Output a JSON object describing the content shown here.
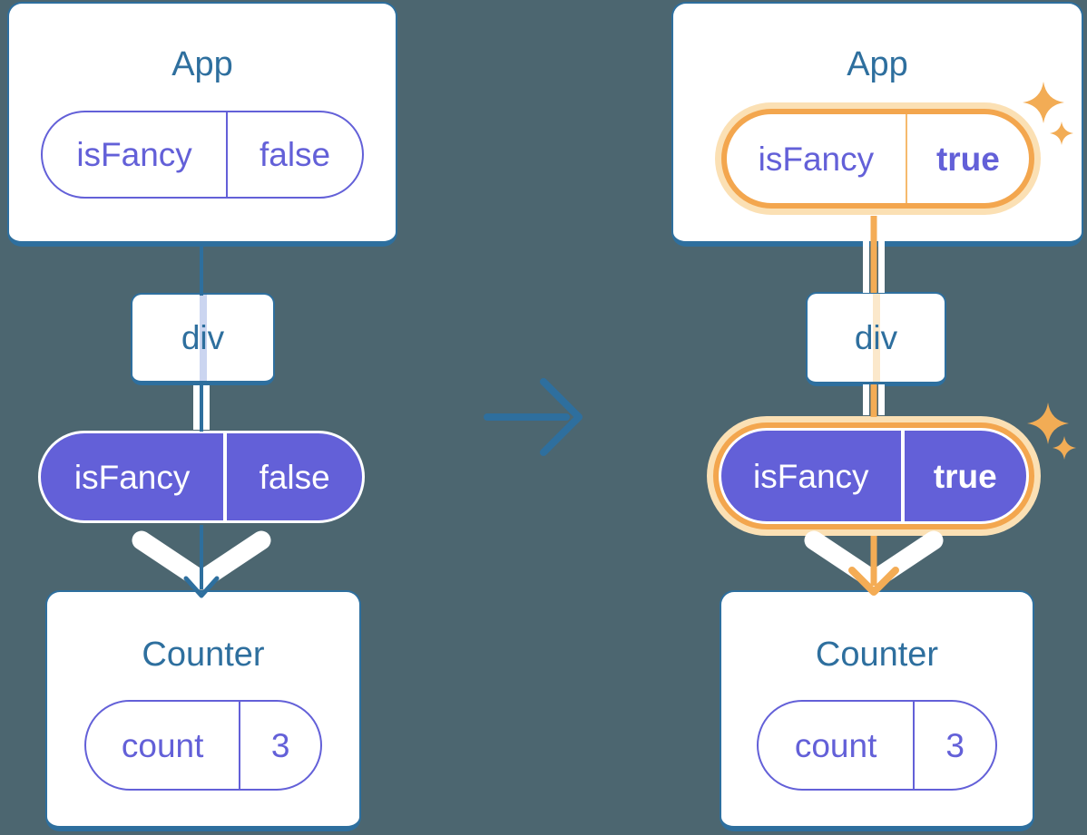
{
  "panels": [
    {
      "app": {
        "title": "App",
        "prop": {
          "name": "isFancy",
          "value": "false"
        }
      },
      "middle": {
        "title": "div"
      },
      "prop_pill": {
        "name": "isFancy",
        "value": "false"
      },
      "counter": {
        "title": "Counter",
        "state": {
          "name": "count",
          "value": "3"
        }
      }
    },
    {
      "app": {
        "title": "App",
        "prop": {
          "name": "isFancy",
          "value": "true"
        }
      },
      "middle": {
        "title": "div"
      },
      "prop_pill": {
        "name": "isFancy",
        "value": "true"
      },
      "counter": {
        "title": "Counter",
        "state": {
          "name": "count",
          "value": "3"
        }
      }
    }
  ],
  "colors": {
    "background": "#4C6670",
    "card_stroke": "#2E6F9E",
    "purple": "#6360D8",
    "highlight_orange": "#F3A64E",
    "highlight_glow": "#FBE0B4",
    "orange_flow": "#F4AC55",
    "sparkle": "#F2AC55",
    "faded_blue_line": "#CBD5F0",
    "faded_orange_line": "#FBE8CB"
  }
}
